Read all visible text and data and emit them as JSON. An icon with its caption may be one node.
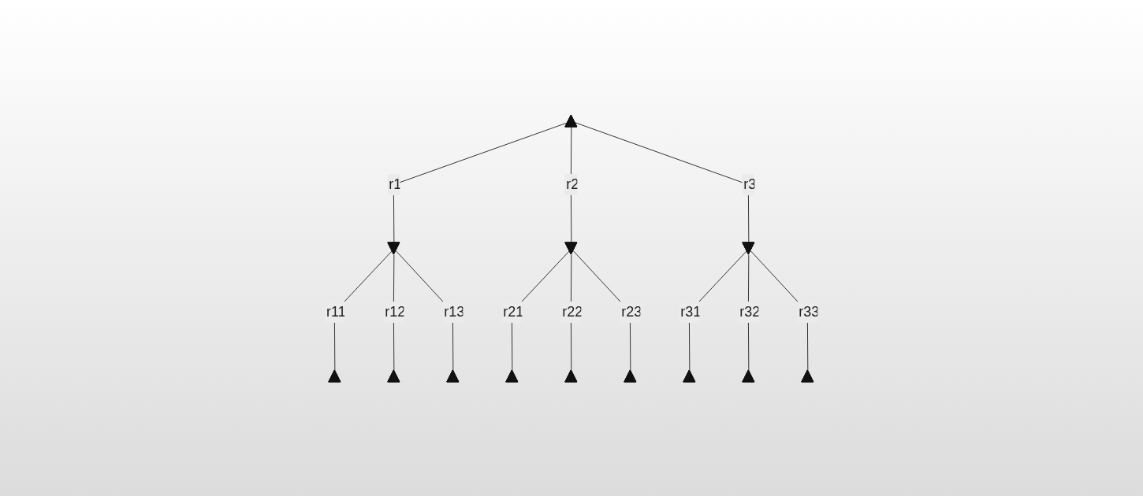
{
  "diagram": {
    "nodes": [
      {
        "text": [],
        "shape": "triangle"
      },
      {
        "text": [],
        "shape": "inverted-triangle"
      },
      {
        "text": [],
        "shape": "inverted-triangle"
      },
      {
        "text": [],
        "shape": "inverted-triangle"
      },
      {
        "text": [],
        "shape": "triangle"
      },
      {
        "text": [],
        "shape": "triangle"
      },
      {
        "text": [],
        "shape": "triangle"
      },
      {
        "text": [],
        "shape": "triangle"
      },
      {
        "text": [],
        "shape": "triangle"
      },
      {
        "text": [],
        "shape": "triangle"
      },
      {
        "text": [],
        "shape": "triangle"
      },
      {
        "text": [],
        "shape": "triangle"
      },
      {
        "text": [],
        "shape": "triangle"
      }
    ],
    "edges": [
      {
        "from": 0,
        "to": 1,
        "arrow": "none",
        "label": "r1"
      },
      {
        "from": 0,
        "to": 2,
        "arrow": "none",
        "label": "r2"
      },
      {
        "from": 0,
        "to": 3,
        "arrow": "none",
        "label": "r3"
      },
      {
        "from": 1,
        "to": 4,
        "arrow": "none",
        "label": "r11"
      },
      {
        "from": 1,
        "to": 5,
        "arrow": "none",
        "label": "r12"
      },
      {
        "from": 1,
        "to": 6,
        "arrow": "none",
        "label": "r13"
      },
      {
        "from": 2,
        "to": 7,
        "arrow": "none",
        "label": "r21"
      },
      {
        "from": 2,
        "to": 8,
        "arrow": "none",
        "label": "r22"
      },
      {
        "from": 2,
        "to": 9,
        "arrow": "none",
        "label": "r23"
      },
      {
        "from": 3,
        "to": 10,
        "arrow": "none",
        "label": "r31"
      },
      {
        "from": 3,
        "to": 11,
        "arrow": "none",
        "label": "r32"
      },
      {
        "from": 3,
        "to": 12,
        "arrow": "none",
        "label": "r33"
      }
    ]
  }
}
